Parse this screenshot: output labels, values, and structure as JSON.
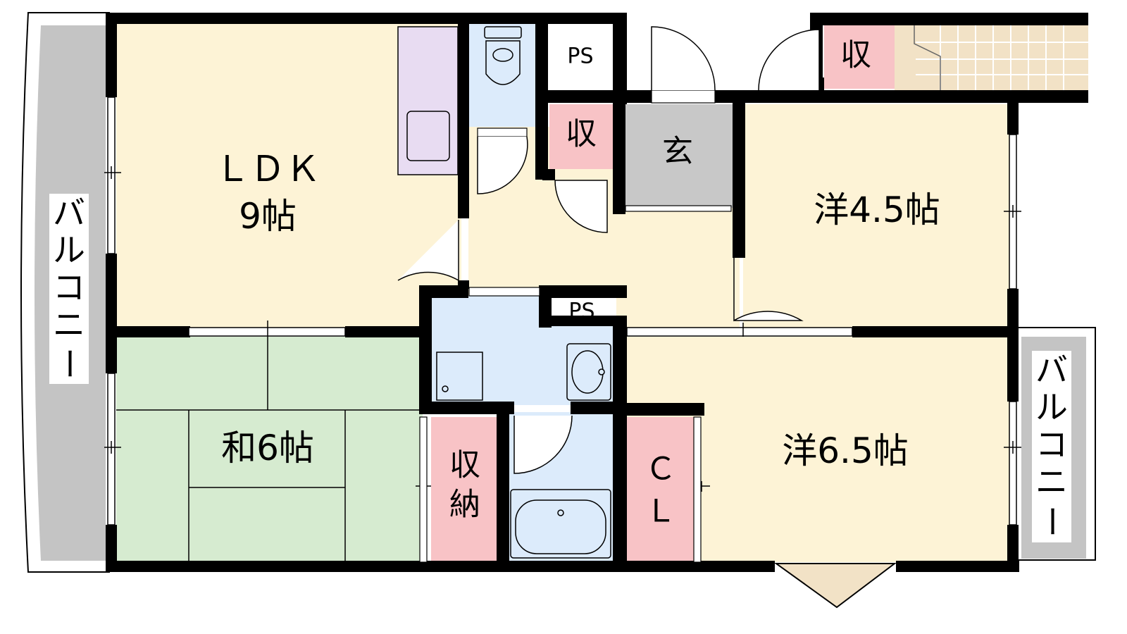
{
  "rooms": {
    "ldk_name": "ＬＤＫ",
    "ldk_size": "9帖",
    "washitsu": "和6帖",
    "yo45": "洋4.5帖",
    "yo65": "洋6.5帖",
    "genkan": "玄",
    "shu_top": "収",
    "shu_mid": "収",
    "shuno": [
      "収",
      "納"
    ],
    "cl": [
      "Ｃ",
      "Ｌ"
    ],
    "ps_top": "PS",
    "ps_mid": "PS",
    "balcony_left": [
      "バ",
      "ル",
      "コ",
      "ニ",
      "ー"
    ],
    "balcony_right": [
      "バ",
      "ル",
      "コ",
      "ニ",
      "ー"
    ]
  },
  "colors": {
    "wood": "#fdf3d6",
    "tatami": "#d6ebd0",
    "water": "#dcebfb",
    "storage": "#f8c3c6",
    "entry": "#c8c8c8",
    "balcony": "#c4c4c4",
    "kitchen": "#e8dcf2",
    "stairs": "#f2e2c6",
    "wall": "#000000"
  }
}
